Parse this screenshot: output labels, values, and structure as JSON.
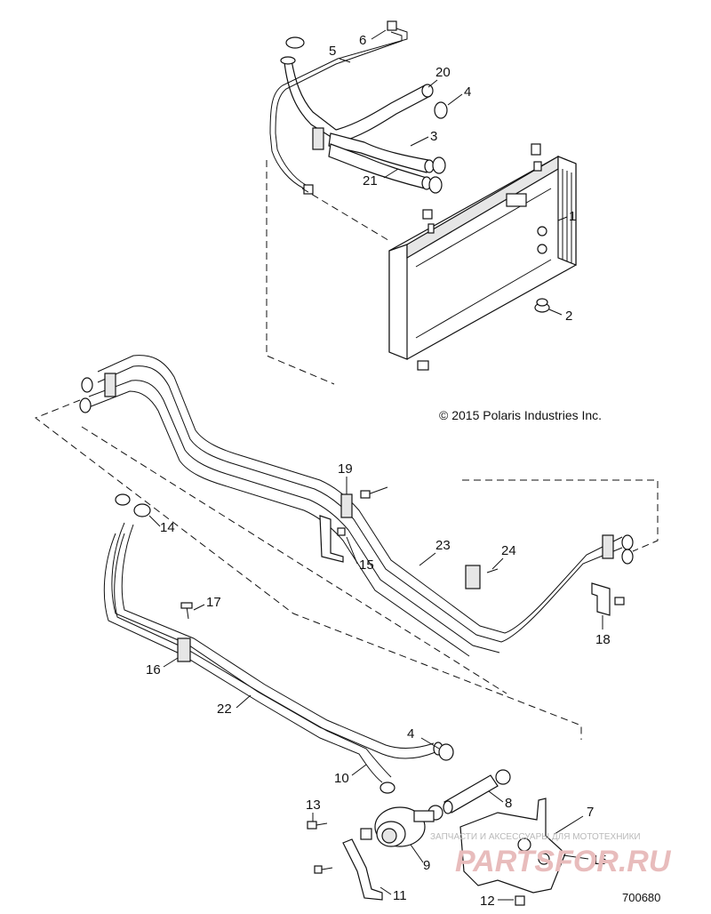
{
  "copyright": "© 2015 Polaris Industries Inc.",
  "figure_id": "700680",
  "watermark": {
    "caption": "ЗАПЧАСТИ И АКСЕССУАРЫ ДЛЯ МОТОТЕХНИКИ",
    "logo": "PARTSFOR.RU"
  },
  "callouts": [
    "1",
    "2",
    "3",
    "4",
    "5",
    "6",
    "20",
    "21",
    "19",
    "23",
    "24",
    "14",
    "15",
    "17",
    "16",
    "22",
    "18",
    "4",
    "10",
    "8",
    "7",
    "13",
    "9",
    "11",
    "12",
    "15"
  ]
}
